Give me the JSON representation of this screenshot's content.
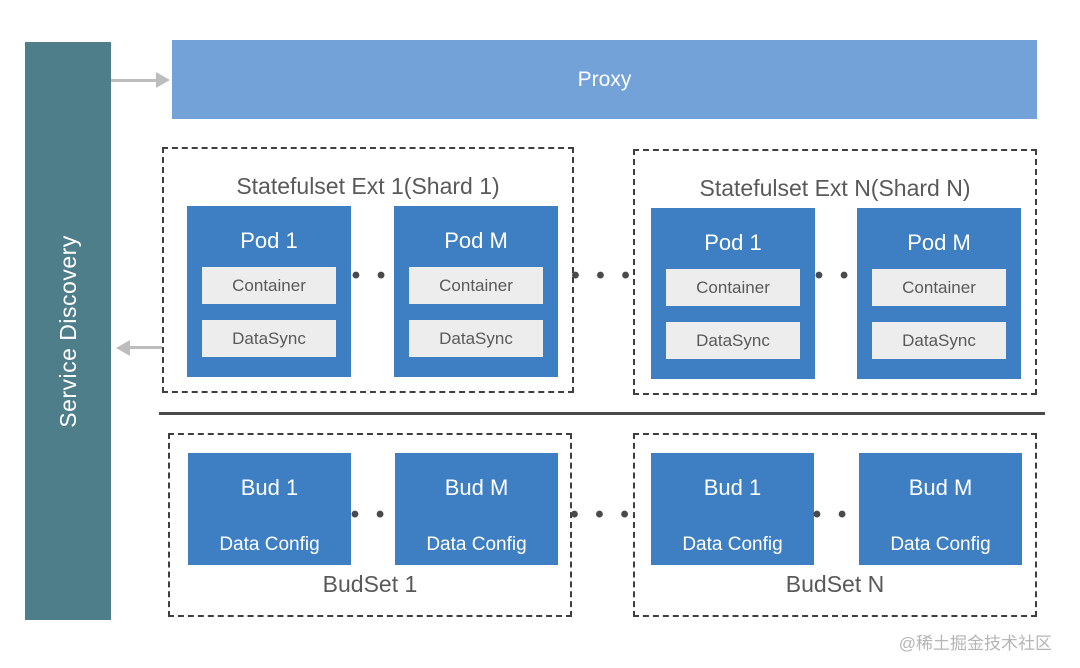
{
  "service_discovery": {
    "label": "Service Discovery"
  },
  "proxy": {
    "label": "Proxy"
  },
  "dots": {
    "two": "• •",
    "three": "• • •"
  },
  "shards": [
    {
      "title": "Statefulset Ext 1(Shard 1)",
      "pods": [
        {
          "title": "Pod 1",
          "components": [
            "Container",
            "DataSync"
          ]
        },
        {
          "title": "Pod M",
          "components": [
            "Container",
            "DataSync"
          ]
        }
      ]
    },
    {
      "title": "Statefulset Ext N(Shard N)",
      "pods": [
        {
          "title": "Pod 1",
          "components": [
            "Container",
            "DataSync"
          ]
        },
        {
          "title": "Pod M",
          "components": [
            "Container",
            "DataSync"
          ]
        }
      ]
    }
  ],
  "budsets": [
    {
      "title": "BudSet 1",
      "buds": [
        {
          "title": "Bud 1",
          "config": "Data Config"
        },
        {
          "title": "Bud M",
          "config": "Data Config"
        }
      ]
    },
    {
      "title": "BudSet N",
      "buds": [
        {
          "title": "Bud 1",
          "config": "Data Config"
        },
        {
          "title": "Bud M",
          "config": "Data Config"
        }
      ]
    }
  ],
  "watermark": "@稀土掘金技术社区",
  "colors": {
    "teal": "#4F7E8B",
    "proxy_blue": "#72A2D8",
    "pod_blue": "#3E7EC2",
    "component_bg": "#EDEDED",
    "text_gray": "#595959",
    "border_dark": "#3F3F3F",
    "divider": "#4A4A4A",
    "arrow_gray": "#BDBDBD",
    "watermark_gray": "#B5B5B5"
  }
}
